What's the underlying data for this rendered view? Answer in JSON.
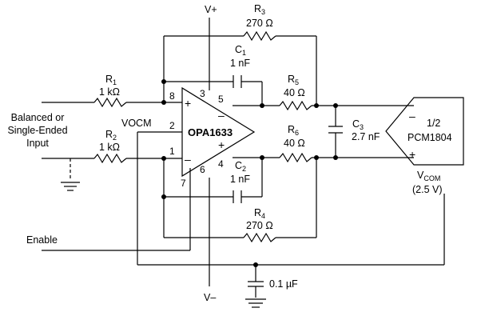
{
  "rails": {
    "vplus": "V+",
    "vminus": "V–"
  },
  "input": {
    "line1": "Balanced or",
    "line2": "Single-Ended",
    "line3": "Input"
  },
  "control": {
    "vocm": "VOCM",
    "enable": "Enable"
  },
  "opamp": {
    "name": "OPA1633",
    "pins": {
      "p1": "1",
      "p2": "2",
      "p3": "3",
      "p4": "4",
      "p5": "5",
      "p6": "6",
      "p7": "7",
      "p8": "8"
    },
    "in_plus": "+",
    "in_minus": "–",
    "out_minus": "–",
    "out_plus": "+"
  },
  "components": {
    "R1": {
      "letter": "R",
      "sub": "1",
      "value": "1 kΩ"
    },
    "R2": {
      "letter": "R",
      "sub": "2",
      "value": "1 kΩ"
    },
    "R3": {
      "letter": "R",
      "sub": "3",
      "value": "270 Ω"
    },
    "R4": {
      "letter": "R",
      "sub": "4",
      "value": "270 Ω"
    },
    "R5": {
      "letter": "R",
      "sub": "5",
      "value": "40 Ω"
    },
    "R6": {
      "letter": "R",
      "sub": "6",
      "value": "40 Ω"
    },
    "C1": {
      "letter": "C",
      "sub": "1",
      "value": "1 nF"
    },
    "C2": {
      "letter": "C",
      "sub": "2",
      "value": "1 nF"
    },
    "C3": {
      "letter": "C",
      "sub": "3",
      "value": "2.7 nF"
    },
    "CBYP": {
      "value": "0.1 µF"
    }
  },
  "adc": {
    "line1": "1/2",
    "line2": "PCM1804",
    "in_minus": "–",
    "in_plus": "+",
    "vcom_letter": "V",
    "vcom_sub": "COM",
    "vcom_value": "(2.5 V)"
  }
}
